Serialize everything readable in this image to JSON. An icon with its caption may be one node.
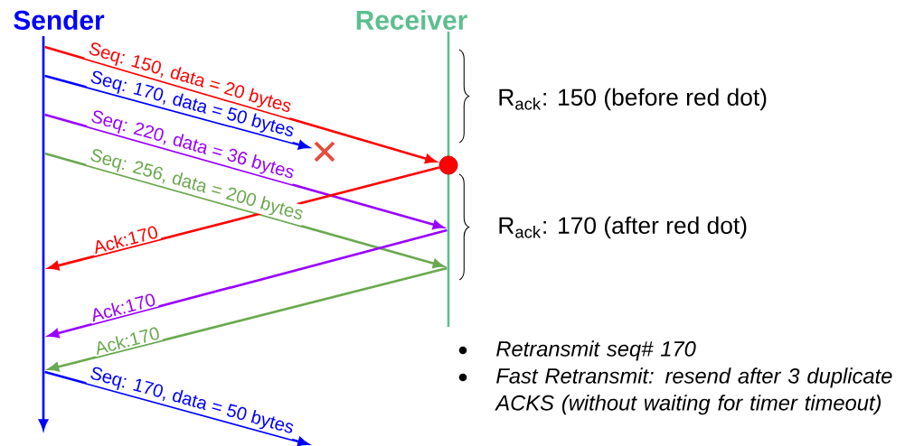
{
  "diagram": {
    "nodes": [
      {
        "text": [],
        "shape": "line"
      },
      {
        "text": [],
        "shape": "line"
      },
      {
        "text": [],
        "shape": "circle"
      },
      {
        "text": [],
        "shape": "cross"
      }
    ],
    "edges": [
      {
        "from": 0,
        "to": 2,
        "arrow": "to",
        "label": "Seq: 150, data = 20 bytes",
        "color": "#ff0000"
      },
      {
        "from": 0,
        "to": 3,
        "arrow": "to",
        "label": "Seq: 170, data = 50 bytes",
        "color": "#0000ff"
      },
      {
        "from": 0,
        "to": 1,
        "arrow": "to",
        "label": "Seq: 220, data = 36 bytes",
        "color": "#9900ff"
      },
      {
        "from": 0,
        "to": 1,
        "arrow": "to",
        "label": "Seq: 256, data = 200 bytes",
        "color": "#6aa84f"
      },
      {
        "from": 2,
        "to": 0,
        "arrow": "to",
        "label": "Ack:170",
        "color": "#ff0000"
      },
      {
        "from": 1,
        "to": 0,
        "arrow": "to",
        "label": "Ack:170",
        "color": "#9900ff"
      },
      {
        "from": 1,
        "to": 0,
        "arrow": "to",
        "label": "Ack:170",
        "color": "#6aa84f"
      },
      {
        "from": 0,
        "to": null,
        "arrow": "to",
        "label": "Seq: 170, data = 50 bytes",
        "color": "#0000ff"
      }
    ],
    "labels": [
      "Sender",
      "Receiver",
      "R$_{ack}$: 150 (before red dot)",
      "R$_{ack}$: 170 (after red dot)",
      "Retransmit seq# 170",
      "Fast Retransmit: resend after 3 duplicate ACKS (without waiting for timer timeout)"
    ]
  }
}
